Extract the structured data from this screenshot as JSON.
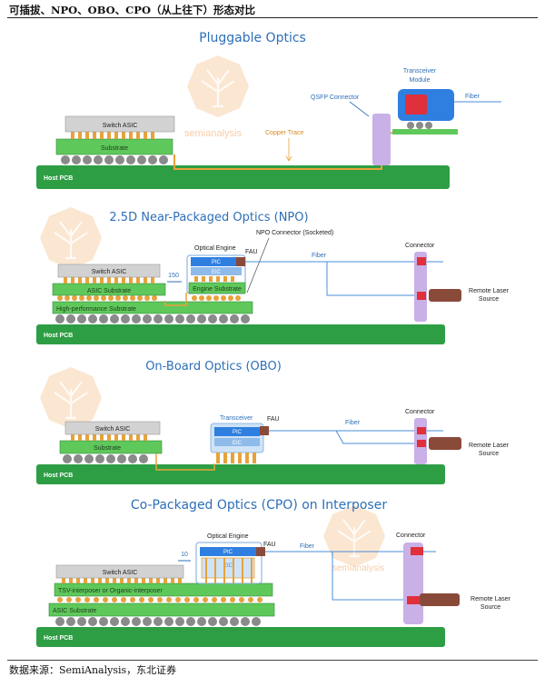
{
  "header": {
    "title": "可插拔、NPO、OBO、CPO（从上往下）形态对比"
  },
  "footer": {
    "source": "数据来源：SemiAnalysis，东北证券"
  },
  "watermark": {
    "text": "semianalysis"
  },
  "colors": {
    "pcb": "#2e9e45",
    "substrate": "#5fc85a",
    "asic": "#d2d2d2",
    "bump": "#e7a23a",
    "ball": "#8a8a8a",
    "purple": "#c9b0e6",
    "pic_blue": "#2f7fe0",
    "red": "#e0303b",
    "brown": "#8a4a3a",
    "title_blue": "#2d6fb7",
    "copper": "#e7a23a"
  },
  "panel1": {
    "title": "Pluggable Optics",
    "host_pcb": "Host PCB",
    "substrate": "Substrate",
    "switch_asic": "Switch ASIC",
    "copper_trace": "Copper Trace",
    "qsfp_connector": "QSFP Connector",
    "transceiver_line1": "Transceiver",
    "transceiver_line2": "Module",
    "fiber": "Fiber"
  },
  "panel2": {
    "title": "2.5D Near-Packaged Optics (NPO)",
    "host_pcb": "Host PCB",
    "hp_substrate": "High-performance Substrate",
    "asic_substrate": "ASIC Substrate",
    "switch_asic": "Switch ASIC",
    "distance": "150",
    "optical_engine": "Optical Engine",
    "engine_substrate": "Engine Substrate",
    "pic": "PIC",
    "eic": "EIC",
    "npo_connector": "NPO Connector (Socketed)",
    "fau": "FAU",
    "fiber": "Fiber",
    "connector": "Connector",
    "remote_laser_line1": "Remote Laser",
    "remote_laser_line2": "Source"
  },
  "panel3": {
    "title": "On-Board Optics (OBO)",
    "host_pcb": "Host PCB",
    "substrate": "Substrate",
    "switch_asic": "Switch ASIC",
    "transceiver": "Transceiver",
    "pic": "PIC",
    "eic": "EIC",
    "fau": "FAU",
    "fiber": "Fiber",
    "connector": "Connector",
    "remote_laser_line1": "Remote Laser",
    "remote_laser_line2": "Source"
  },
  "panel4": {
    "title": "Co-Packaged Optics (CPO) on Interposer",
    "host_pcb": "Host PCB",
    "asic_substrate": "ASIC Substrate",
    "interposer": "TSV-interposer or Organic-interposer",
    "switch_asic": "Switch ASIC",
    "distance": "10",
    "optical_engine": "Optical Engine",
    "pic": "PIC",
    "eic": "EIC",
    "fau": "FAU",
    "fiber": "Fiber",
    "connector": "Connector",
    "remote_laser_line1": "Remote Laser",
    "remote_laser_line2": "Source"
  }
}
